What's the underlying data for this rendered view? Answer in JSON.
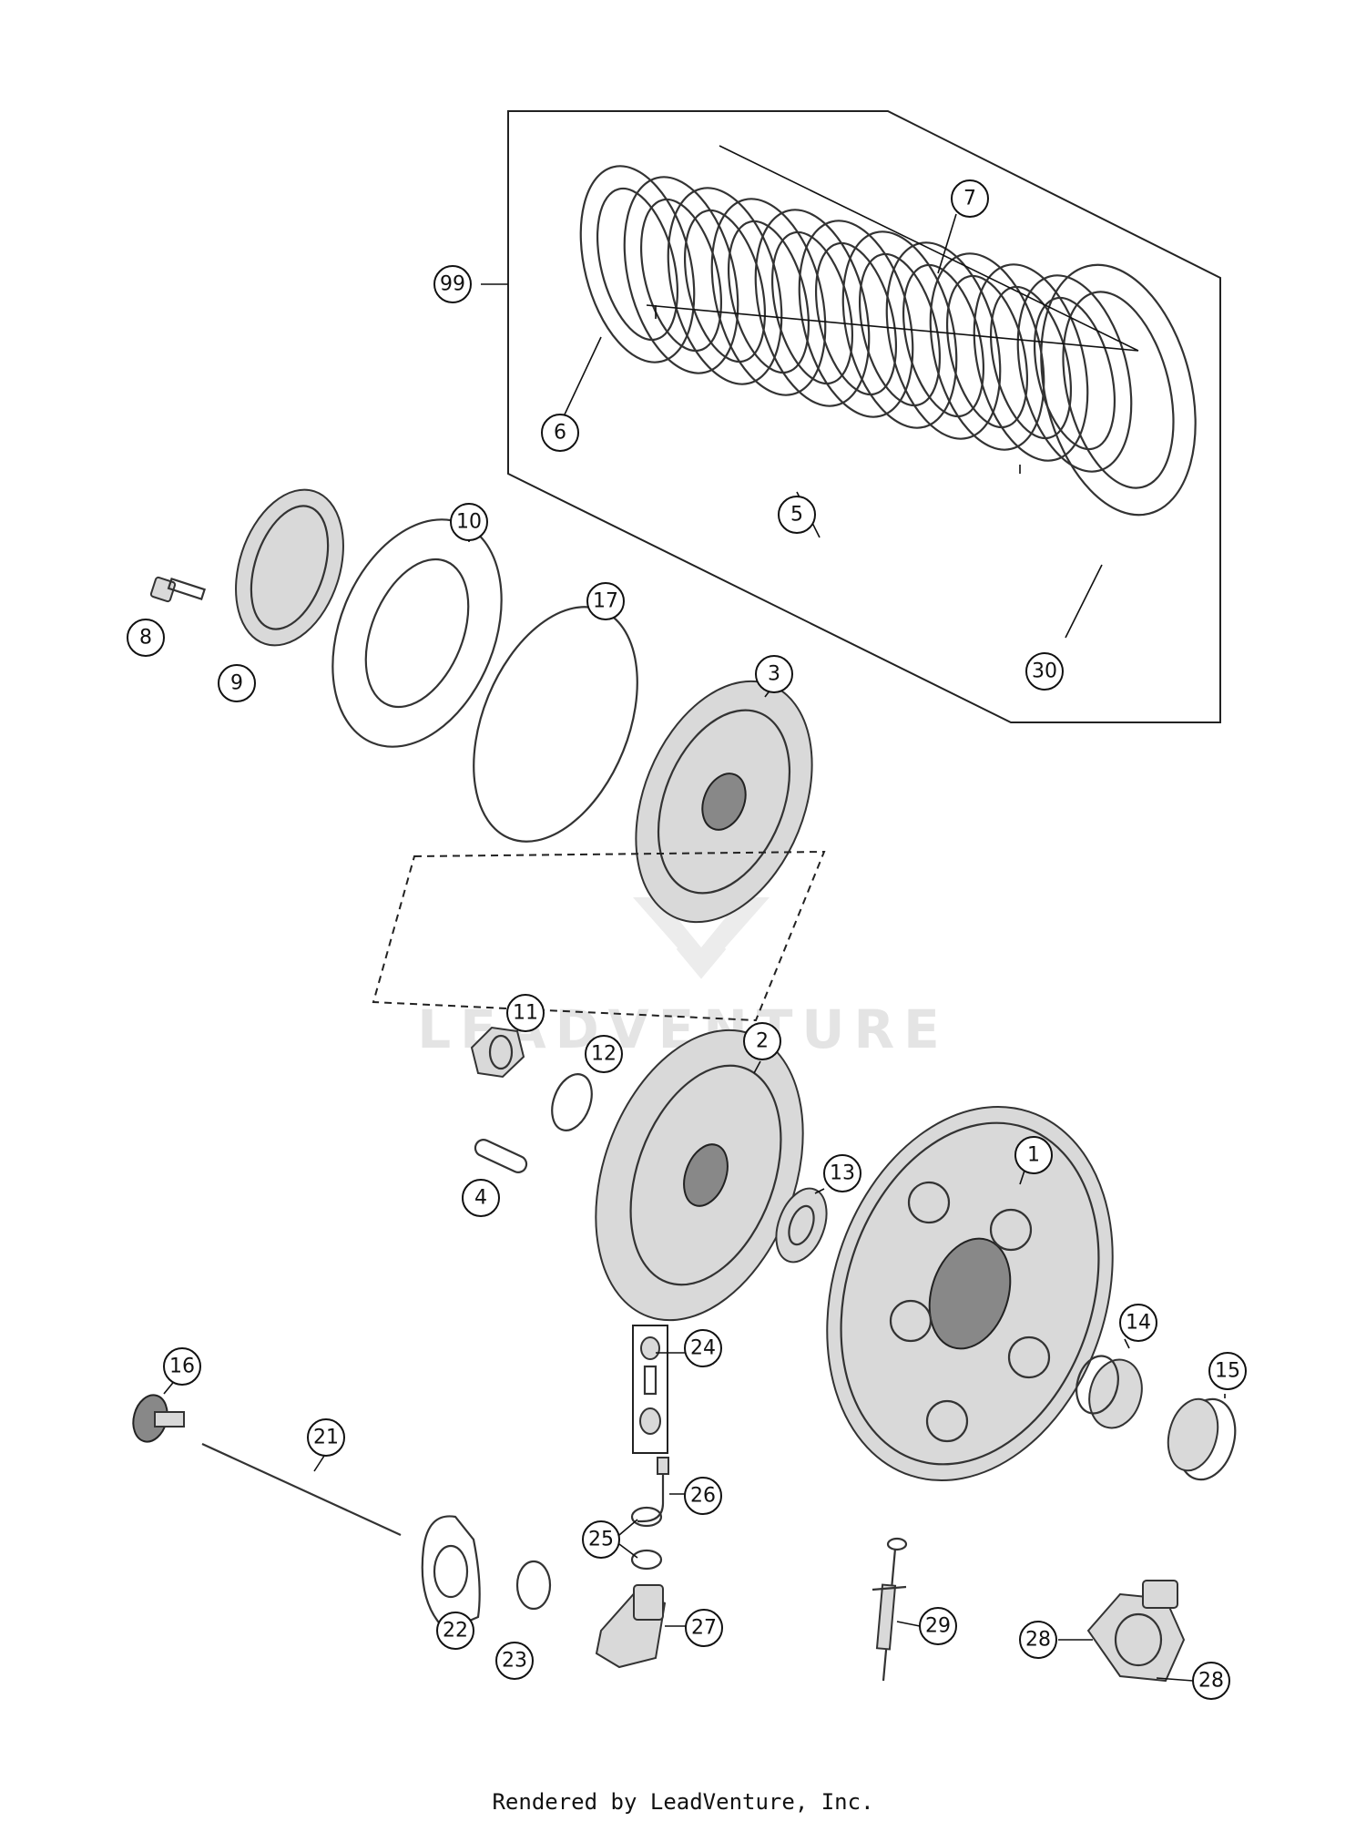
{
  "watermark": "LEADVENTURE",
  "footer": "Rendered by LeadVenture, Inc.",
  "callouts": {
    "c1": "1",
    "c2": "2",
    "c3": "3",
    "c4": "4",
    "c5": "5",
    "c6": "6",
    "c7": "7",
    "c8": "8",
    "c9": "9",
    "c10": "10",
    "c11": "11",
    "c12": "12",
    "c13": "13",
    "c14": "14",
    "c15": "15",
    "c16": "16",
    "c17": "17",
    "c21": "21",
    "c22": "22",
    "c23": "23",
    "c24": "24",
    "c25": "25",
    "c26": "26",
    "c27": "27",
    "c28a": "28",
    "c28b": "28",
    "c29": "29",
    "c30": "30",
    "c99": "99"
  },
  "colors": {
    "line": "#333333",
    "fill": "#d9d9d9",
    "watermark": "#e4e4e4"
  }
}
